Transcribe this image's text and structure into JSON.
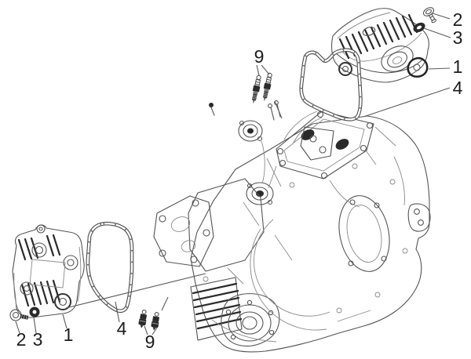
{
  "figure": {
    "kind": "exploded-parts-line-drawing"
  },
  "colors": {
    "background": "#ffffff",
    "line": "#545454",
    "label": "#1c1c1c",
    "dark_fill": "#2a2a2a"
  },
  "callouts": {
    "rear_group": [
      {
        "label": "2"
      },
      {
        "label": "3"
      },
      {
        "label": "1"
      },
      {
        "label": "4"
      }
    ],
    "spark_plugs_top": {
      "label": "9"
    },
    "front_group": [
      {
        "label": "2"
      },
      {
        "label": "3"
      },
      {
        "label": "1"
      },
      {
        "label": "4"
      }
    ],
    "spark_plugs_bottom": {
      "label": "9"
    }
  }
}
